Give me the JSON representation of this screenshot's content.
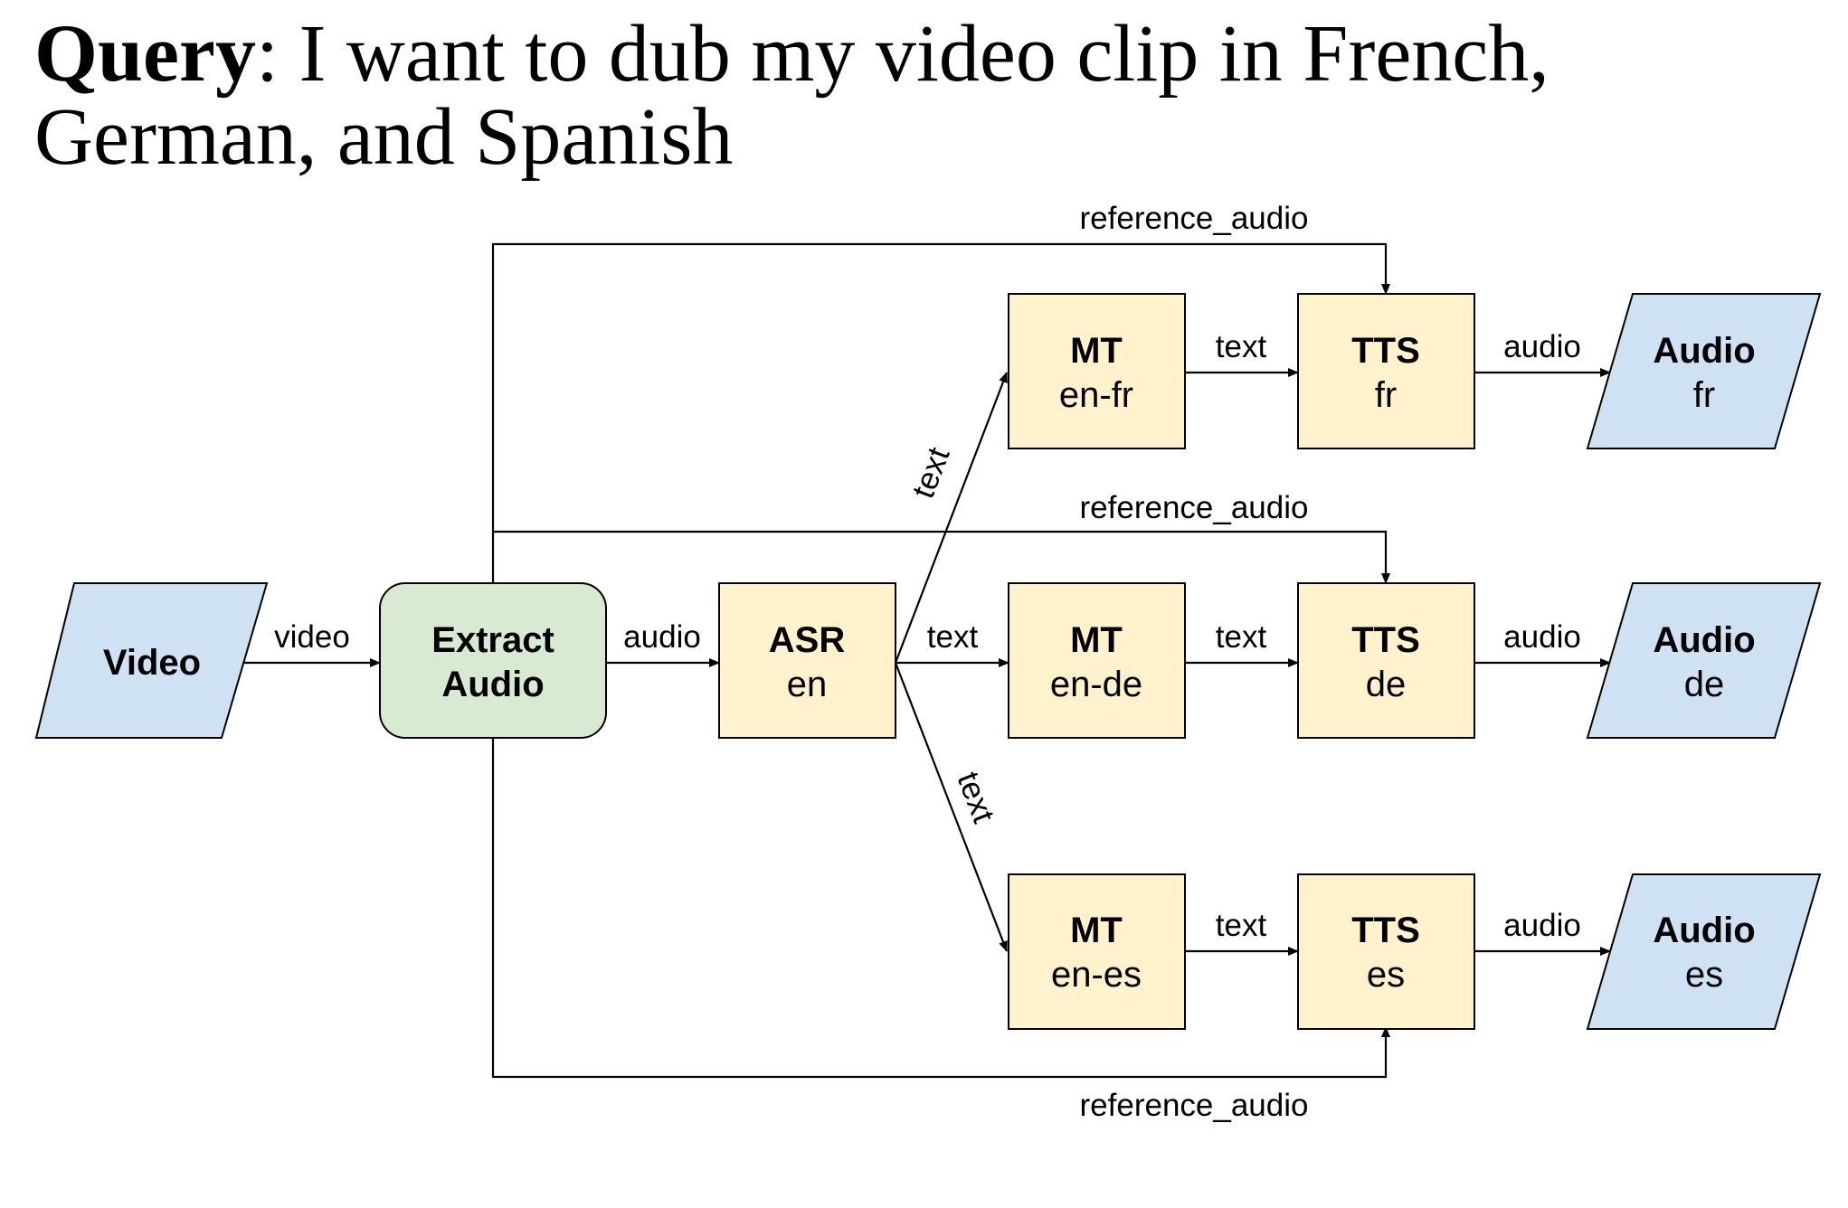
{
  "query": {
    "label": "Query",
    "text": ": I want to dub my video clip in French, German, and Spanish"
  },
  "colors": {
    "io_fill": "#cfe2f3",
    "extract_fill": "#d9ead3",
    "model_fill": "#fff2cc",
    "stroke": "#000000"
  },
  "nodes": {
    "video": {
      "title": "Video"
    },
    "extract": {
      "line1": "Extract",
      "line2": "Audio"
    },
    "asr": {
      "title": "ASR",
      "sub": "en"
    },
    "mt_fr": {
      "title": "MT",
      "sub": "en-fr"
    },
    "mt_de": {
      "title": "MT",
      "sub": "en-de"
    },
    "mt_es": {
      "title": "MT",
      "sub": "en-es"
    },
    "tts_fr": {
      "title": "TTS",
      "sub": "fr"
    },
    "tts_de": {
      "title": "TTS",
      "sub": "de"
    },
    "tts_es": {
      "title": "TTS",
      "sub": "es"
    },
    "audio_fr": {
      "title": "Audio",
      "sub": "fr"
    },
    "audio_de": {
      "title": "Audio",
      "sub": "de"
    },
    "audio_es": {
      "title": "Audio",
      "sub": "es"
    }
  },
  "edges": {
    "video_extract": "video",
    "extract_asr": "audio",
    "asr_mt_fr": "text",
    "asr_mt_de": "text",
    "asr_mt_es": "text",
    "mt_tts_fr": "text",
    "mt_tts_de": "text",
    "mt_tts_es": "text",
    "tts_audio_fr": "audio",
    "tts_audio_de": "audio",
    "tts_audio_es": "audio",
    "ref_fr": "reference_audio",
    "ref_de": "reference_audio",
    "ref_es": "reference_audio"
  }
}
